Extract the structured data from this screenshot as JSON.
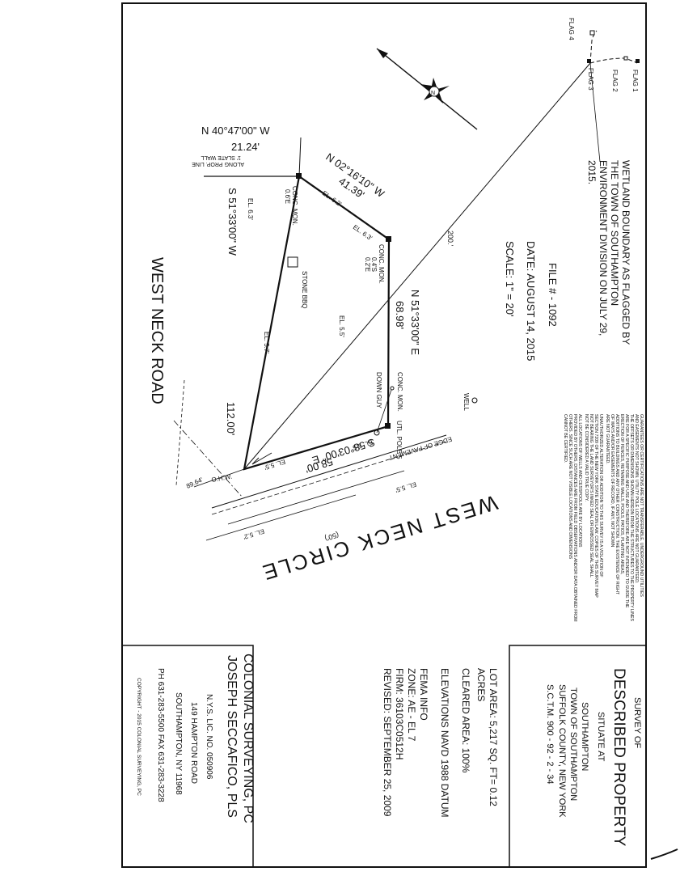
{
  "plat": {
    "north_bearing": "N 40°47'00\" W",
    "north_distance": "21.24'",
    "slate_wall_1": "1' SLATE WALL",
    "slate_wall_2": "ALONG PROP. LINE",
    "ne_bearing": "N 02°16'10\" W",
    "ne_distance": "41.39'",
    "east_bearing": "N 51°33'00\" E",
    "east_distance": "68.98'",
    "south_bearing": "S 58°03'00\" E",
    "south_distance": "58.00'",
    "west_bearing": "S 51°33'00\" W",
    "west_distance": "112.00'",
    "tie_distance": "200.'",
    "ohw": "O.H.W.",
    "ohw_distance": "89.64'",
    "edge_of_pavement": "EDGE OF PAVEMENT",
    "util_pole": "UTL. POLE 5",
    "down_guy": "DOWN GUY",
    "well": "WELL",
    "stone_bbq": "STONE BBQ",
    "conc_mon": "CONC. MON.",
    "mon1_offset": "0.6'E",
    "mon2_offset_1": "0.4'S",
    "mon2_offset_2": "0.2'E",
    "el_62": "EL. 6.2'",
    "el_63a": "EL. 6.3'",
    "el_63b": "EL. 6.3'",
    "el_55a": "EL. 5.5'",
    "el_57": "EL. 5.7'",
    "el_55b": "EL. 5.5'",
    "el_55c": "EL. 5.5'",
    "el_55d": "EL. 5.5'",
    "el_52": "EL. 5.2'"
  },
  "roads": {
    "west_neck_road": "WEST NECK ROAD",
    "west_neck_circle": "WEST NECK CIRCLE",
    "circle_width": "(50')"
  },
  "flags": [
    "FLAG 1",
    "FLAG 2",
    "FLAG 3",
    "FLAG 4"
  ],
  "wetland_note": [
    "WETLAND BOUNDARY AS FLAGGED BY",
    "THE TOWN OF SOUTHAMPTON",
    "ENVIRONMENT DIVISION ON JULY 29,",
    "2015."
  ],
  "file_info": {
    "file": "FILE # - 1092",
    "date": "DATE: AUGUST 14, 2015",
    "scale": "SCALE: 1\" = 20'"
  },
  "disclaimer": [
    "GUARANTEES OR CERTIFICATIONS ARE NOT TRANSFERABLE. UNDERGROUND UTILITIES",
    "AND EASEMENTS NOT SHOWN. UTILITY POLE LOCATIONS ARE NOT GUARANTEED.",
    "THE OFFSETS OR DIMENSIONS SHOWN HEREON FROM THE STRUCTURES TO THE PROPERTY LINES",
    "ARE FOR A SPECIFIC PURPOSE AND USE AND THEREFORE ARE NOT INTENDED TO GUIDE THE",
    "ERECTION OF FENCES, RETAINING WALLS, POOLS, PATIOS, PLANTING AREAS,",
    "ADDITIONS TO BUILDINGS AND ANY OTHER CONSTRUCTION. THE EXISTENCE OF RIGHT",
    "OF WAYS AND/OR EASEMENTS OF RECORD, IF ANY, NOT SHOWN",
    "ARE NOT GUARANTEED.",
    "UNAUTHORIZED ALTERATION OR ADDITION TO THIS SURVEY IS A VIOLATION OF",
    "SECTION 7209 OF THE NEW YORK STATE EDUCATION LAW. COPIES OF THIS SURVEY MAP",
    "NOT BEARING THE LAND SURVEYOR'S INKED SEAL OR EMBOSSED SEAL SHALL",
    "NOT BE CONSIDERED A VALID TRUE COPY.",
    "ALL LOCATIONS OF WELLS AND CESSPOOLS ARE BY LOCATIONS",
    "PROVIDED BY OTHERS, DISTANCES ARE FROM FIELD OBSERVATIONS AND/OR DATA OBTAINED FROM",
    "OTHERS. SINCE SUCH ARE NOT VISIBLE LOCATIONS AND DIMENSIONS",
    "CANNOT BE CERTIFIED."
  ],
  "title_block": {
    "survey_of": "SURVEY OF",
    "described_property": "DESCRIBED PROPERTY",
    "situate_at": "SITUATE AT",
    "southampton": "SOUTHAMPTON",
    "town": "TOWN OF SOUTHAMPTON",
    "county": "SUFFOLK COUNTY, NEW YORK",
    "sctm": "S.C.T.M. 900 - 92 - 2 - 34",
    "lot_area": "LOT AREA: 5,217 SQ. FT= 0.12",
    "acres": "ACRES",
    "cleared_area": "CLEARED AREA: 100%",
    "elevations": "ELEVATIONS NAVD 1988 DATUM",
    "fema_info": "FEMA INFO",
    "zone": "ZONE:   AE - EL 7",
    "firm": "FIRM:   36103C0512H",
    "revised": "REVISED: SEPTEMBER 25, 2009"
  },
  "surveyor_block": {
    "company": "COLONIAL SURVEYING, PC",
    "surveyor": "JOSEPH SECCAFICO, PLS",
    "license": "N.Y.S. LIC. NO. 050906",
    "address1": "149 HAMPTON ROAD",
    "address2": "SOUTHAMPTON, NY 11968",
    "phone": "PH 631-283-5500  FAX 631-283-3228",
    "copyright": "COPYRIGHT - 2015 COLONIAL SURVEYING, PC"
  },
  "icons": {
    "north_arrow": "north-arrow-compass-icon"
  }
}
